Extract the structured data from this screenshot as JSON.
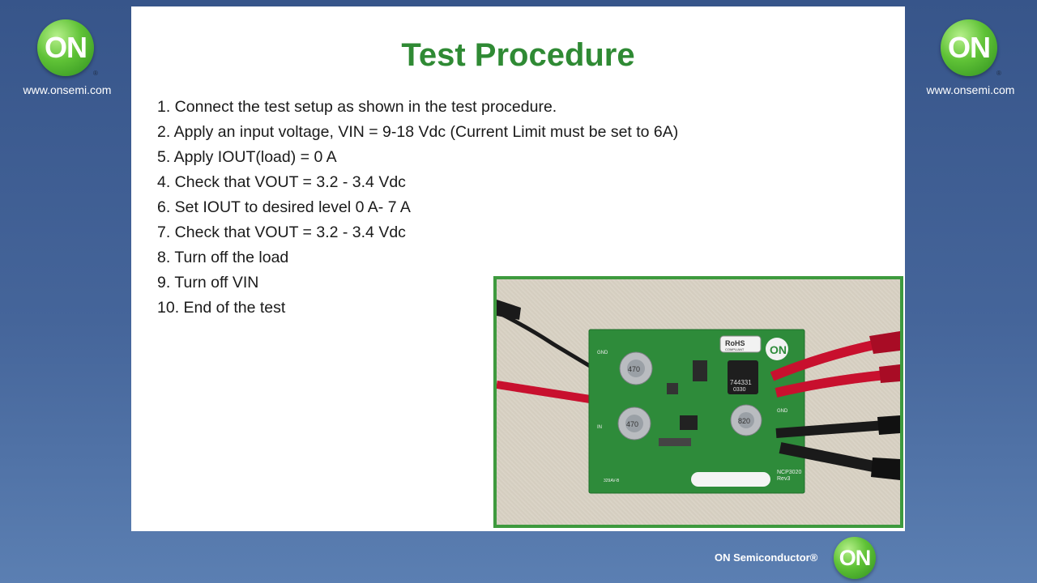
{
  "slide": {
    "title": "Test Procedure",
    "steps": [
      "1. Connect the test setup as shown in the test procedure.",
      "2. Apply an input voltage, VIN = 9-18 Vdc (Current Limit must be set to 6A)",
      "5. Apply IOUT(load) = 0 A",
      "4. Check that VOUT = 3.2 - 3.4 Vdc",
      "6. Set IOUT to desired level 0 A- 7 A",
      "7. Check that VOUT = 3.2 - 3.4 Vdc",
      "8. Turn off the load",
      "9. Turn off VIN",
      "10. End of the test"
    ]
  },
  "branding": {
    "logo_text": "ON",
    "registered": "®",
    "url": "www.onsemi.com",
    "footer": "ON Semiconductor®"
  },
  "board": {
    "rohs": "RoHS",
    "compliant": "COMPLIANT",
    "logo_text": "ON",
    "inductor_label": "744331",
    "inductor_value": "0330",
    "part_label": "NCP3020",
    "rev_label": "Rev3",
    "gnd_left": "GND",
    "vin_label": "IN",
    "gnd_right": "GND",
    "cap1": "470",
    "cap2": "470",
    "cap3": "820",
    "board_code": "329AV-B"
  },
  "colors": {
    "title_green": "#2f8a34",
    "background_blue": "#3f5f95",
    "pcb_green": "#2e8b3a",
    "frame_green": "#3e9a3e"
  }
}
